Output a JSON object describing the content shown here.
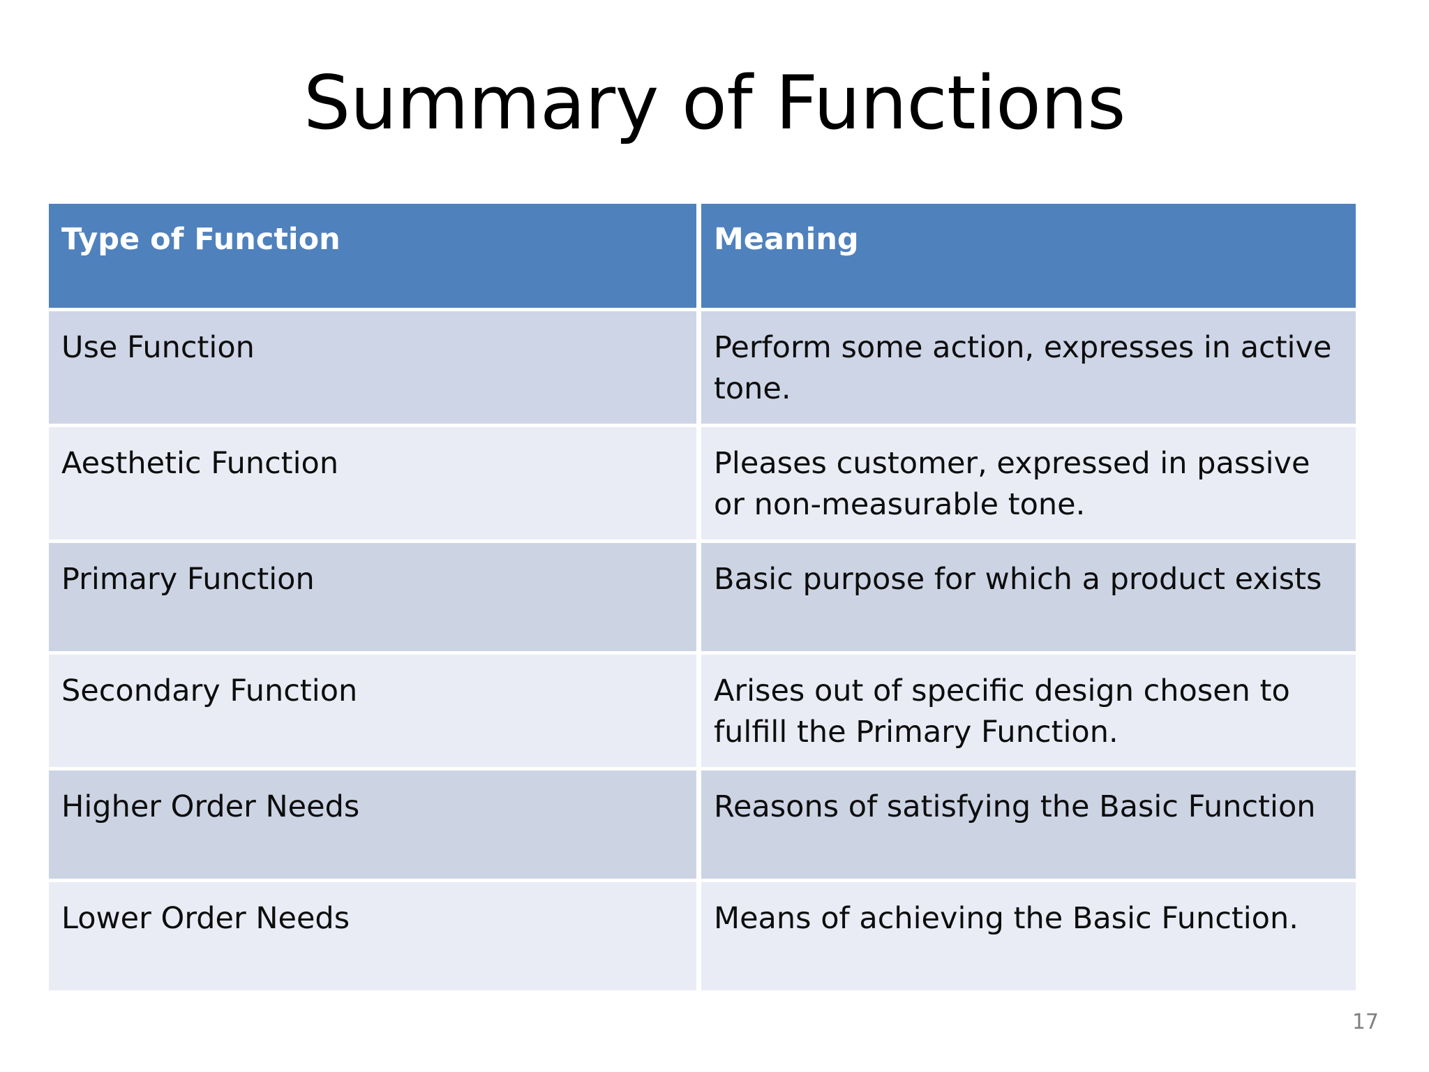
{
  "slide": {
    "title": "Summary of Functions",
    "page_number": "17",
    "header_color": "#4F81BD",
    "row_color_dark": "#CDD5E6",
    "row_color_light": "#E9ECF5",
    "title_color": "#000000",
    "page_number_color": "#808080"
  },
  "table": {
    "columns": [
      {
        "label": "Type of Function"
      },
      {
        "label": "Meaning"
      }
    ],
    "rows": [
      {
        "type": "Use Function",
        "meaning": "Perform some action, expresses in active tone."
      },
      {
        "type": "Aesthetic Function",
        "meaning": "Pleases customer, expressed in passive or non-measurable tone."
      },
      {
        "type": "Primary Function",
        "meaning": "Basic purpose for which a product exists"
      },
      {
        "type": "Secondary Function",
        "meaning": "Arises out of specific design chosen to fulfill the Primary Function."
      },
      {
        "type": "Higher Order Needs",
        "meaning": "Reasons of satisfying the Basic Function"
      },
      {
        "type": "Lower Order Needs",
        "meaning": "Means of achieving the Basic Function."
      }
    ]
  }
}
